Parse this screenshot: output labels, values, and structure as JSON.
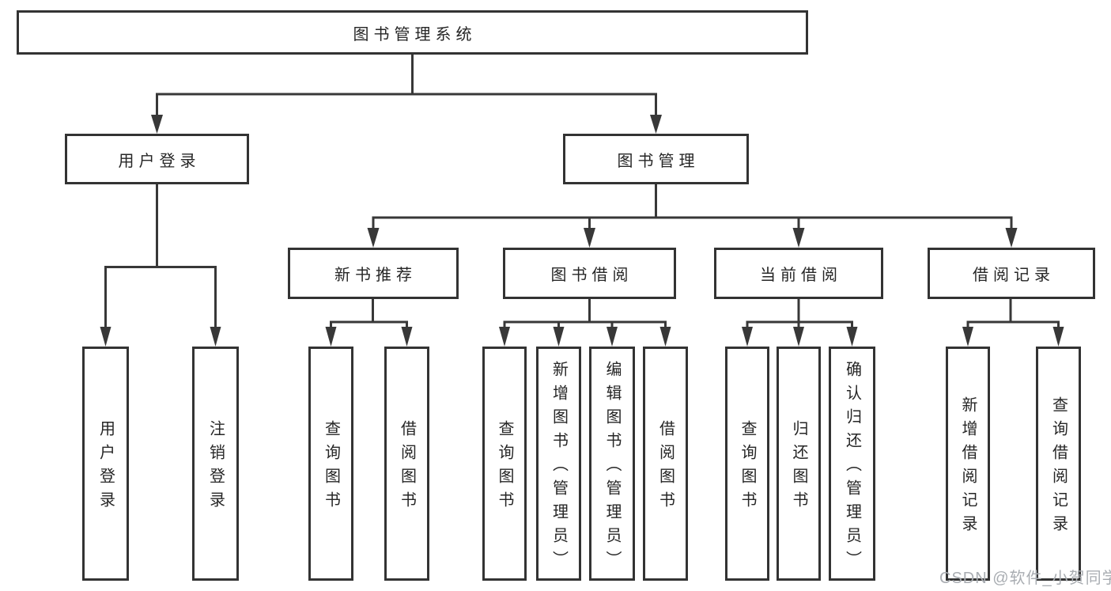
{
  "diagram": {
    "title": "图书管理系统",
    "level2": [
      {
        "label": "用户登录"
      },
      {
        "label": "图书管理"
      }
    ],
    "level3": [
      {
        "label": "新书推荐",
        "parent": "图书管理"
      },
      {
        "label": "图书借阅",
        "parent": "图书管理"
      },
      {
        "label": "当前借阅",
        "parent": "图书管理"
      },
      {
        "label": "借阅记录",
        "parent": "图书管理"
      }
    ],
    "leaves": [
      {
        "label": "用户登录",
        "parent": "用户登录"
      },
      {
        "label": "注销登录",
        "parent": "用户登录"
      },
      {
        "label": "查询图书",
        "parent": "新书推荐"
      },
      {
        "label": "借阅图书",
        "parent": "新书推荐"
      },
      {
        "label": "查询图书",
        "parent": "图书借阅"
      },
      {
        "label": "新增图书（管理员）",
        "parent": "图书借阅"
      },
      {
        "label": "编辑图书（管理员）",
        "parent": "图书借阅"
      },
      {
        "label": "借阅图书",
        "parent": "图书借阅"
      },
      {
        "label": "查询图书",
        "parent": "当前借阅"
      },
      {
        "label": "归还图书",
        "parent": "当前借阅"
      },
      {
        "label": "确认归还（管理员）",
        "parent": "当前借阅"
      },
      {
        "label": "新增借阅记录",
        "parent": "借阅记录"
      },
      {
        "label": "查询借阅记录",
        "parent": "借阅记录"
      }
    ]
  },
  "watermark": {
    "text": "CSDN @软件_小贺同学"
  },
  "colors": {
    "border": "#333333",
    "line": "#383838",
    "text": "#262626",
    "watermark": "#a9adb2",
    "background": "#ffffff"
  }
}
